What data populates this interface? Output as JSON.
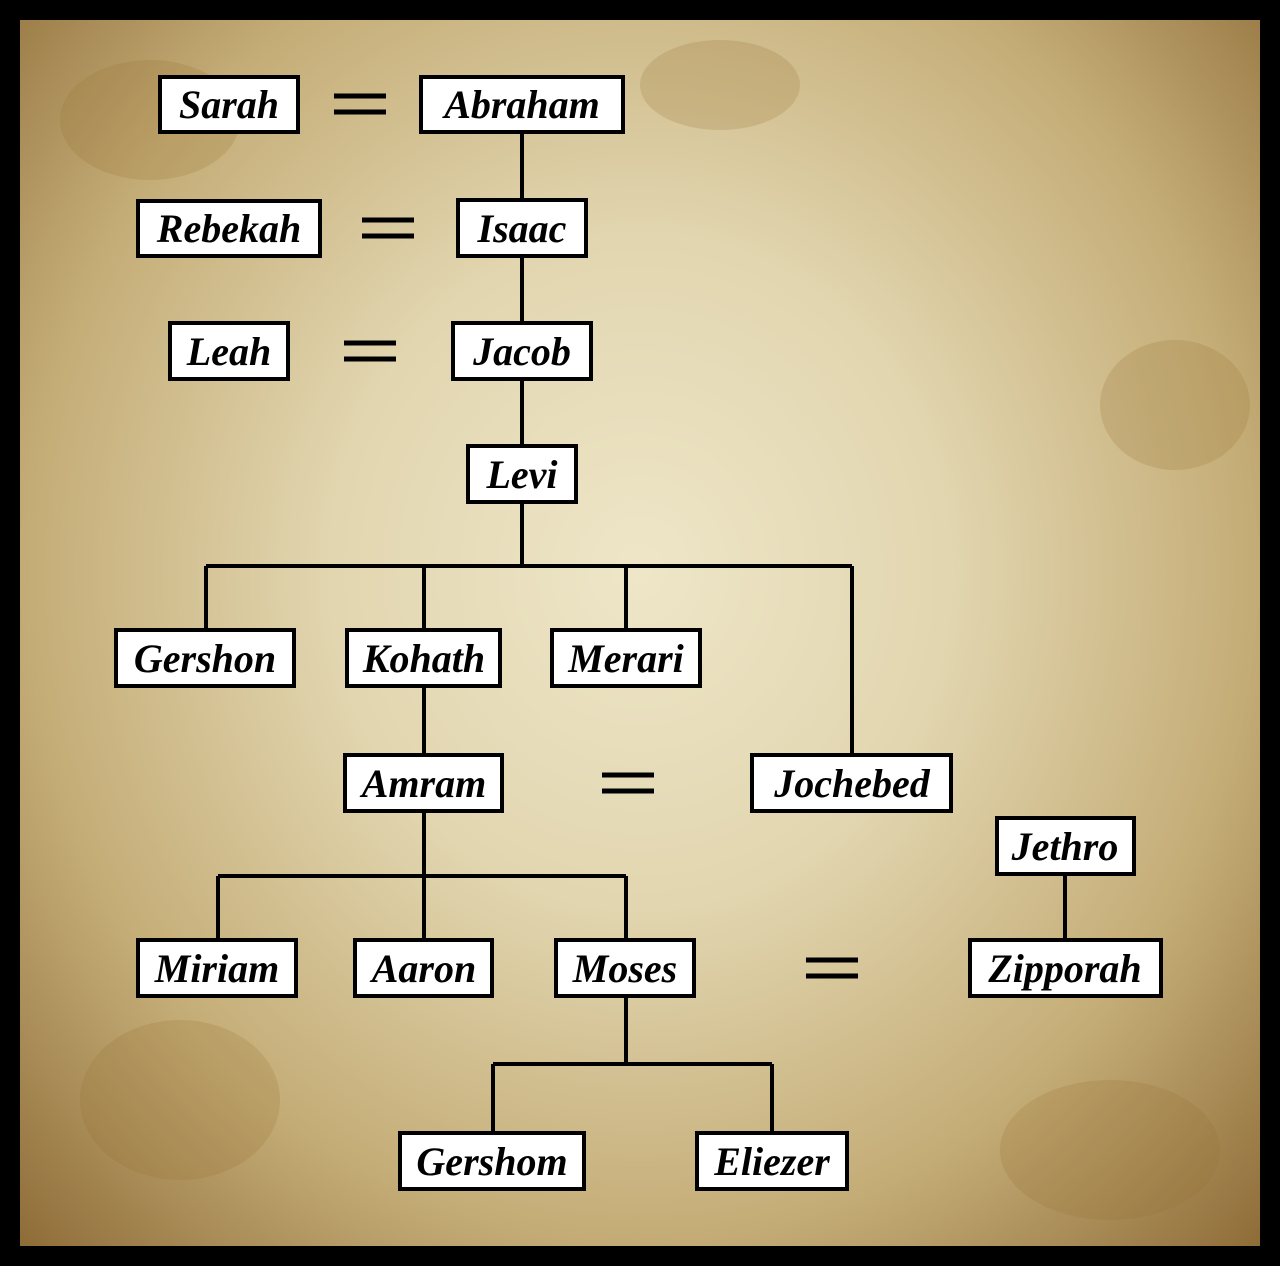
{
  "people": {
    "sarah": "Sarah",
    "abraham": "Abraham",
    "rebekah": "Rebekah",
    "isaac": "Isaac",
    "leah": "Leah",
    "jacob": "Jacob",
    "levi": "Levi",
    "gershon": "Gershon",
    "kohath": "Kohath",
    "merari": "Merari",
    "amram": "Amram",
    "jochebed": "Jochebed",
    "jethro": "Jethro",
    "miriam": "Miriam",
    "aaron": "Aaron",
    "moses": "Moses",
    "zipporah": "Zipporah",
    "gershom": "Gershom",
    "eliezer": "Eliezer"
  },
  "marriages": [
    [
      "sarah",
      "abraham"
    ],
    [
      "rebekah",
      "isaac"
    ],
    [
      "leah",
      "jacob"
    ],
    [
      "amram",
      "jochebed"
    ],
    [
      "moses",
      "zipporah"
    ]
  ],
  "descent": [
    {
      "parent": "abraham",
      "children": [
        "isaac"
      ]
    },
    {
      "parent": "isaac",
      "children": [
        "jacob"
      ]
    },
    {
      "parent": "jacob",
      "children": [
        "levi"
      ]
    },
    {
      "parent": "levi",
      "children": [
        "gershon",
        "kohath",
        "merari",
        "jochebed"
      ]
    },
    {
      "parent": "kohath",
      "children": [
        "amram"
      ]
    },
    {
      "parent": "amram",
      "children": [
        "miriam",
        "aaron",
        "moses"
      ]
    },
    {
      "parent": "jethro",
      "children": [
        "zipporah"
      ]
    },
    {
      "parent": "moses",
      "children": [
        "gershom",
        "eliezer"
      ]
    }
  ]
}
